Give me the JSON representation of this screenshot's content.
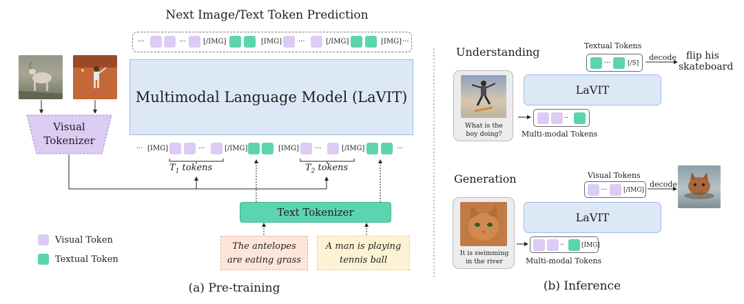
{
  "pretrain": {
    "title": "Next Image/Text Token Prediction",
    "model_label": "Multimodal Language Model (LaVIT)",
    "visual_tokenizer": "Visual Tokenizer",
    "text_tokenizer": "Text Tokenizer",
    "top_seq": {
      "dots": "···",
      "img_end": "[/IMG]",
      "img_start": "[IMG]"
    },
    "bottom_seq": {
      "dots": "···",
      "img_end": "[/IMG]",
      "img_start": "[IMG]"
    },
    "t1": {
      "sym": "T",
      "sub": "1",
      "word": " tokens"
    },
    "t2": {
      "sym": "T",
      "sub": "2",
      "word": " tokens"
    },
    "caption1": [
      "The antelopes",
      "are eating grass"
    ],
    "caption2": [
      "A man is playing",
      "tennis ball"
    ],
    "legend": {
      "visual": "Visual Token",
      "textual": "Textual Token"
    },
    "label": "(a) Pre-training"
  },
  "inference": {
    "understanding": {
      "title": "Understanding",
      "textual_tokens": "Textual Tokens",
      "end_token": "[/S]",
      "decode": "decode",
      "output": [
        "flip his",
        "skateboard"
      ],
      "model_label": "LaVIT",
      "question": [
        "What is the",
        "boy doing?"
      ],
      "mm_tokens": "Multi-modal Tokens"
    },
    "generation": {
      "title": "Generation",
      "visual_tokens": "Visual Tokens",
      "end_token": "[/IMG]",
      "decode": "decode",
      "model_label": "LaVIT",
      "prompt": [
        "It is swimming",
        "in the river"
      ],
      "start_token": "[IMG]",
      "mm_tokens": "Multi-modal Tokens"
    },
    "label": "(b) Inference"
  },
  "colors": {
    "visual_token": "#dccbf3",
    "textual_token": "#5dd4b0",
    "model_fill": "#dde8f7",
    "tokenizer_fill": "#dccbf3",
    "text_tokenizer_fill": "#5dd4b0",
    "caption1_fill": "#fde6d9",
    "caption2_fill": "#fdf3d4"
  },
  "icons": [
    "antelope-photo",
    "tennis-player-photo",
    "skateboarder-photo",
    "cat-photo",
    "swimming-cat-photo"
  ]
}
